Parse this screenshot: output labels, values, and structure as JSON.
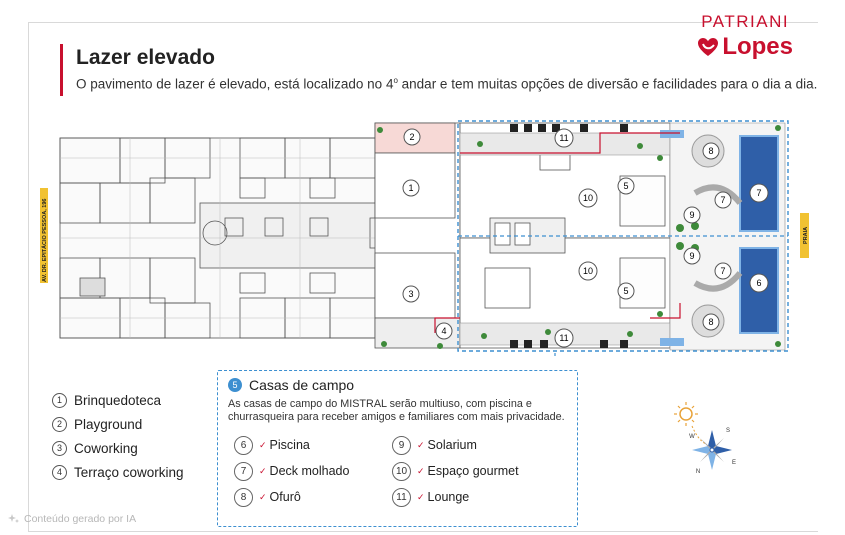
{
  "brand": {
    "top": "PATRIANI",
    "bottom": "Lopes"
  },
  "header": {
    "title": "Lazer elevado",
    "subtitle_before": "O pavimento de lazer é elevado, está localizado no 4",
    "subtitle_sup": "o",
    "subtitle_after": " andar e tem muitas opções de diversão e facilidades para o dia a dia."
  },
  "plan": {
    "street_left": "AV. DR. EPITÁCIO PESSOA, 196",
    "street_right": "PRAIA",
    "marks": [
      "1",
      "2",
      "3",
      "4",
      "5",
      "5",
      "6",
      "7",
      "7",
      "7",
      "8",
      "8",
      "9",
      "9",
      "10",
      "10",
      "11",
      "11"
    ]
  },
  "legend": [
    {
      "num": "1",
      "label": "Brinquedoteca"
    },
    {
      "num": "2",
      "label": "Playground"
    },
    {
      "num": "3",
      "label": "Coworking"
    },
    {
      "num": "4",
      "label": "Terraço coworking"
    }
  ],
  "casas": {
    "num": "5",
    "title": "Casas de campo",
    "description": "As casas de campo do MISTRAL serão multiuso, com piscina e churrasqueira para receber amigos e familiares com mais privacidade.",
    "items": [
      {
        "num": "6",
        "label": "Piscina"
      },
      {
        "num": "9",
        "label": "Solarium"
      },
      {
        "num": "7",
        "label": "Deck molhado"
      },
      {
        "num": "10",
        "label": "Espaço gourmet"
      },
      {
        "num": "8",
        "label": "Ofurô"
      },
      {
        "num": "11",
        "label": "Lounge"
      }
    ]
  },
  "compass": {
    "n": "N",
    "s": "S",
    "e": "E",
    "w": "W"
  },
  "footer": {
    "note": "Conteúdo gerado por IA"
  },
  "colors": {
    "accent": "#c8102e",
    "blue": "#3d8fd0",
    "pool": "#2f5fa8",
    "green": "#3e8a3a"
  }
}
